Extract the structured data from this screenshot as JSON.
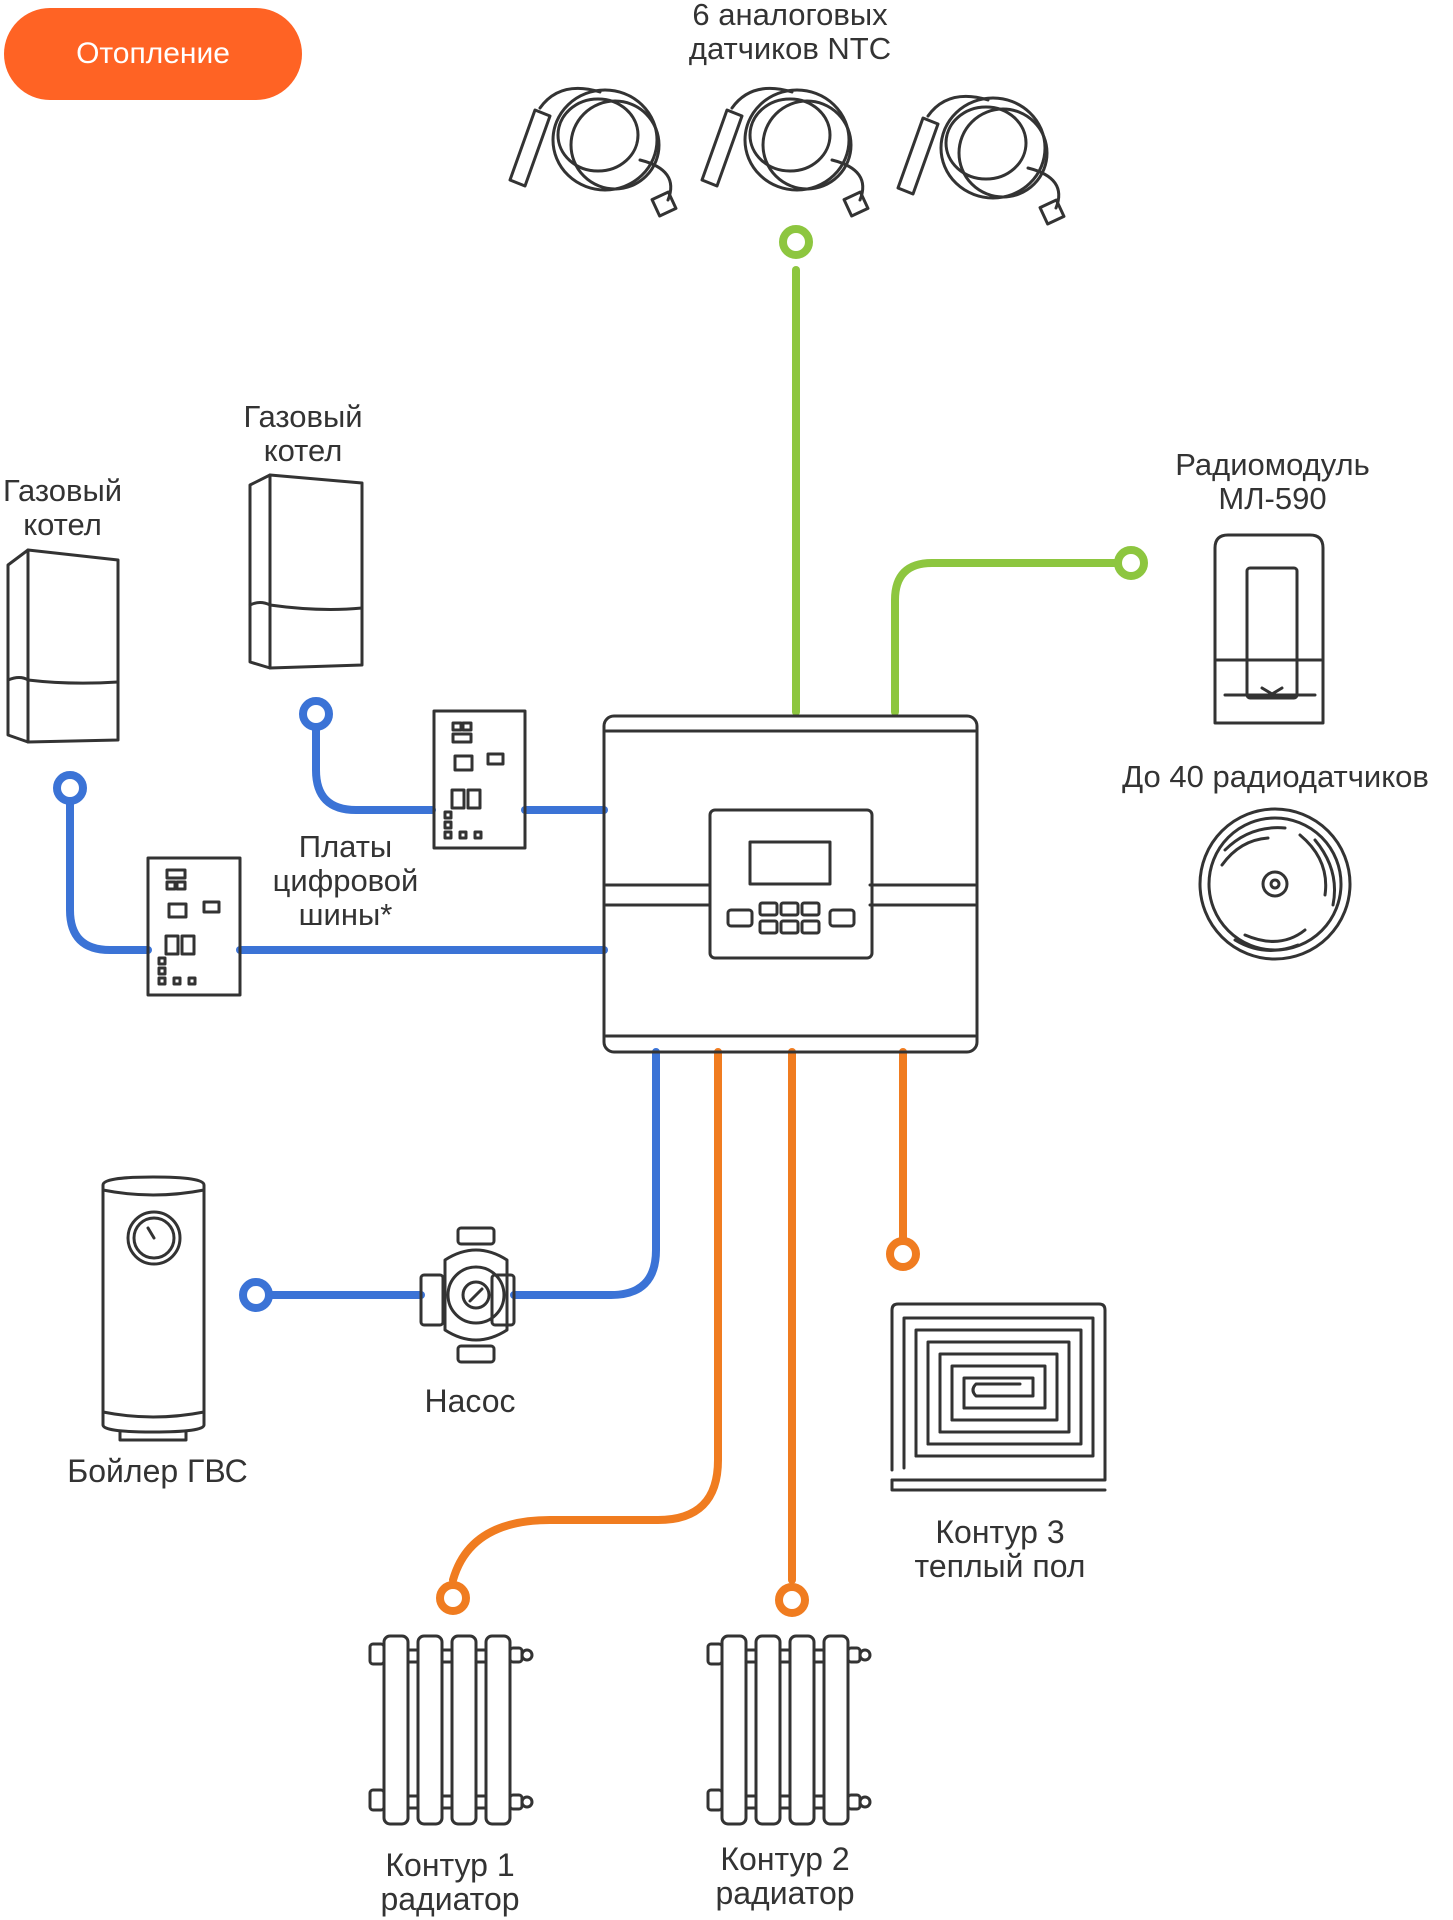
{
  "badge": {
    "label": "Отопление"
  },
  "labels": {
    "ntc_line1": "6 аналоговых",
    "ntc_line2": "датчиков NTC",
    "boiler_left_line1": "Газовый",
    "boiler_left_line2": "котел",
    "boiler_mid_line1": "Газовый",
    "boiler_mid_line2": "котел",
    "radio_line1": "Радиомодуль",
    "radio_line2": "МЛ-590",
    "radio_sensors": "До 40 радиодатчиков",
    "boards_line1": "Платы",
    "boards_line2": "цифровой",
    "boards_line3": "шины*",
    "pump": "Насос",
    "dhw_boiler": "Бойлер ГВС",
    "circuit3_line1": "Контур 3",
    "circuit3_line2": "теплый пол",
    "circuit1_line1": "Контур 1",
    "circuit1_line2": "радиатор",
    "circuit2_line1": "Контур 2",
    "circuit2_line2": "радиатор"
  },
  "colors": {
    "badge": "#FF6324",
    "green": "#8DC63F",
    "blue": "#3B73D6",
    "orange": "#F07C20",
    "outline": "#333333"
  }
}
